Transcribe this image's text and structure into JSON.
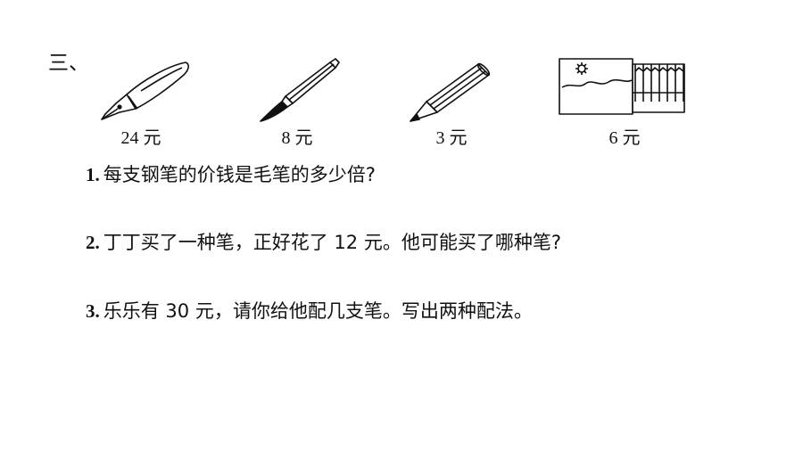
{
  "section": {
    "number": "三、"
  },
  "items": [
    {
      "icon": "fountain-pen-icon",
      "price": "24 元"
    },
    {
      "icon": "brush-pen-icon",
      "price": "8 元"
    },
    {
      "icon": "pencil-icon",
      "price": "3 元"
    },
    {
      "icon": "crayon-box-icon",
      "price": "6 元"
    }
  ],
  "questions": [
    {
      "number": "1.",
      "text": "每支钢笔的价钱是毛笔的多少倍?"
    },
    {
      "number": "2.",
      "text": "丁丁买了一种笔，正好花了 12 元。他可能买了哪种笔?"
    },
    {
      "number": "3.",
      "text": "乐乐有 30 元，请你给他配几支笔。写出两种配法。"
    }
  ]
}
